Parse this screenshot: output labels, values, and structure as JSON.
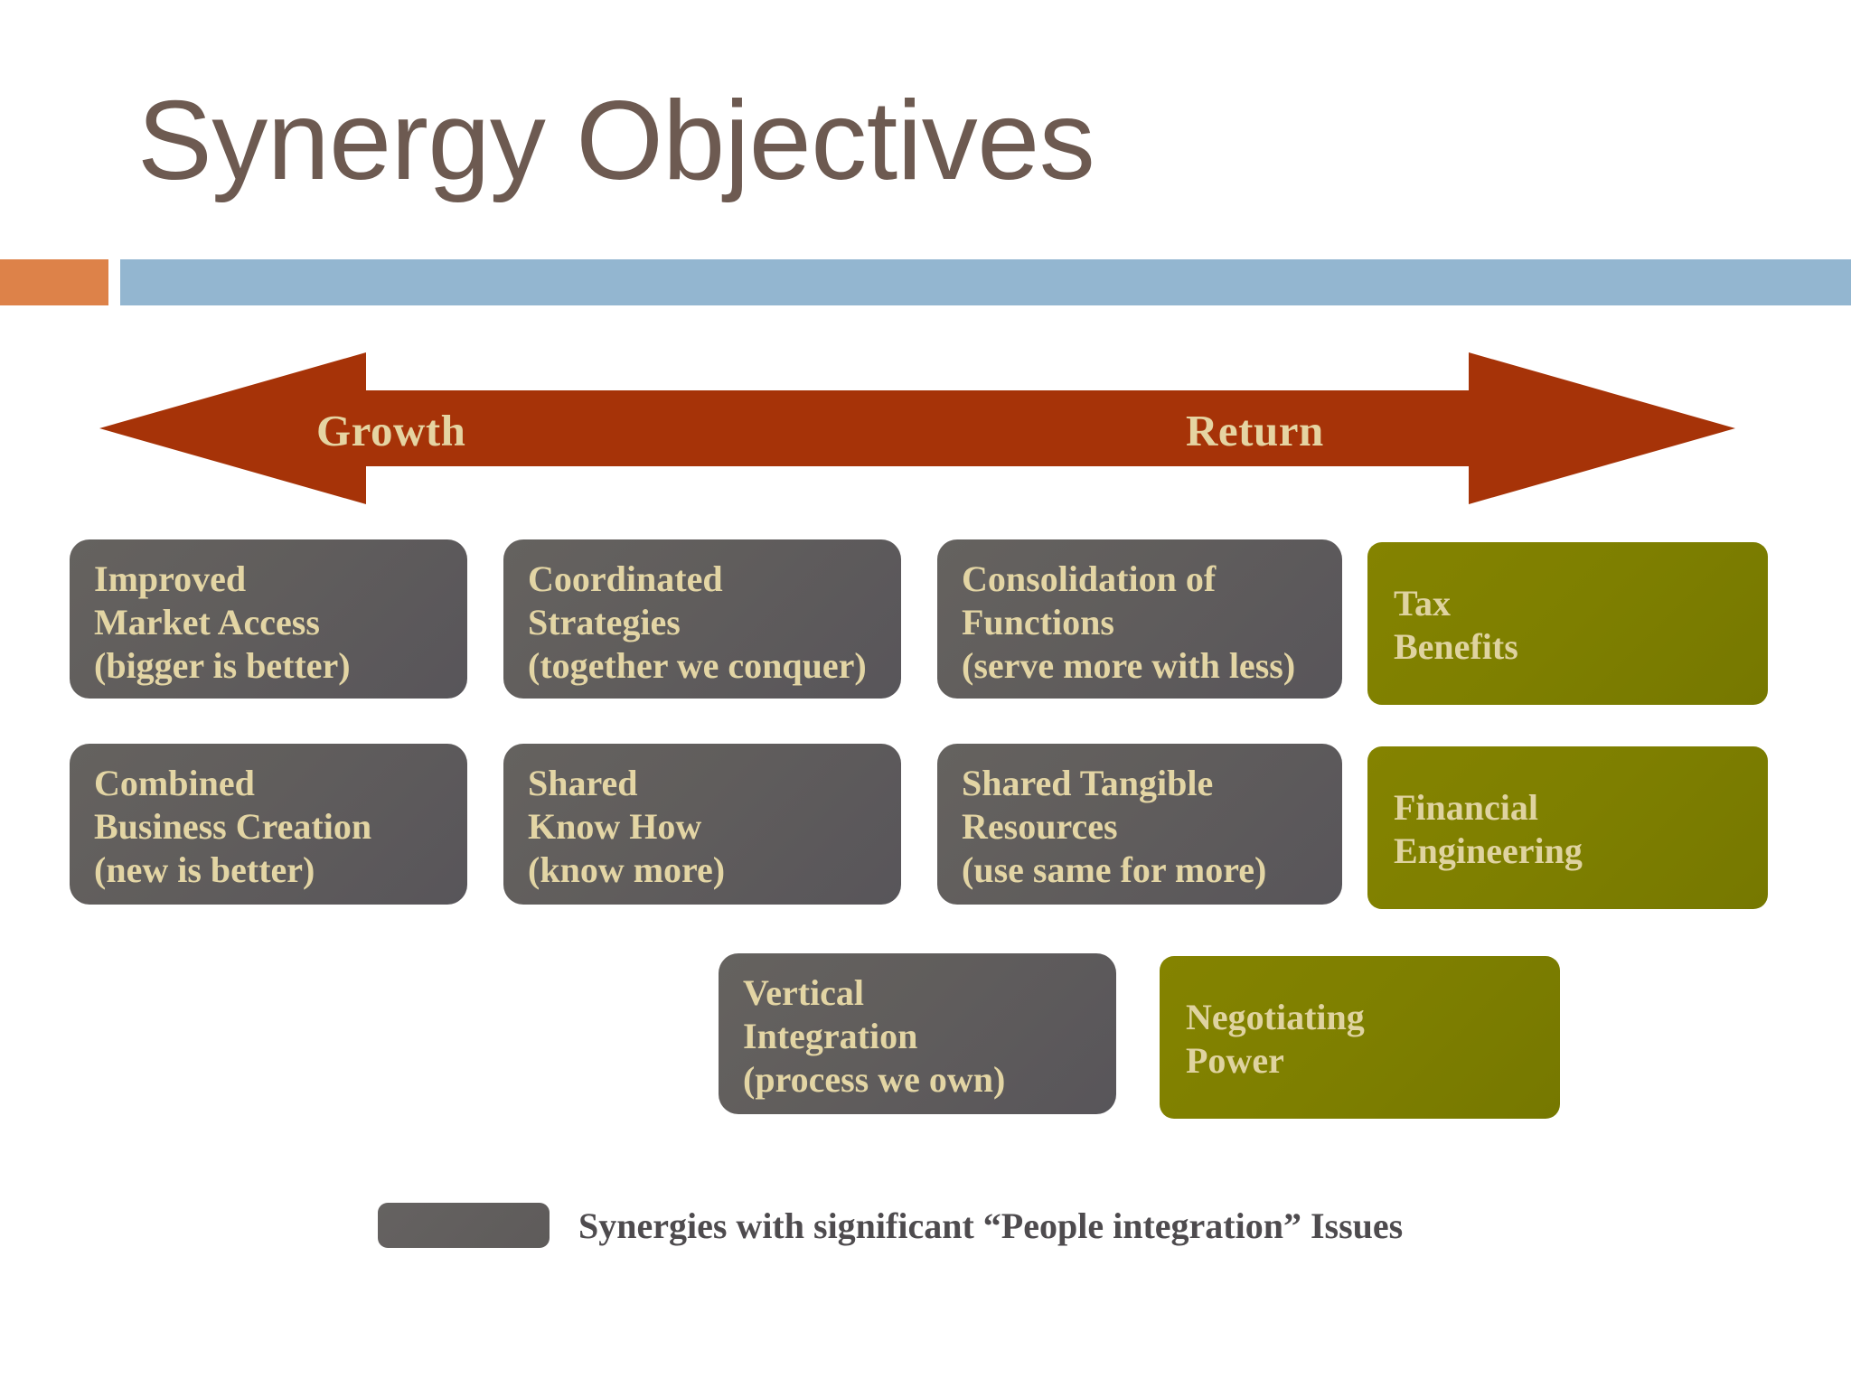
{
  "slide": {
    "title": "Synergy Objectives",
    "background_color": "#ffffff",
    "title_color": "#6d5a51"
  },
  "header_rules": {
    "orange_bar_color": "#dd8249",
    "blue_bar_color": "#93b6d0"
  },
  "arrow": {
    "icon": "double-headed-horizontal-arrow-icon",
    "color": "#a63308",
    "label_color": "#e5d4a2",
    "left_label": "Growth",
    "right_label": "Return"
  },
  "colors": {
    "gray_box": "#605d5c",
    "olive_box": "#7e7f00",
    "box_text": "#e3d5a4",
    "legend_text": "#4e4b4e"
  },
  "boxes": [
    {
      "id": "improved-market-access",
      "category": "gray",
      "lines": [
        "Improved",
        "Market Access",
        "(bigger is better)"
      ]
    },
    {
      "id": "coordinated-strategies",
      "category": "gray",
      "lines": [
        "Coordinated",
        "Strategies",
        "(together we conquer)"
      ]
    },
    {
      "id": "consolidation-of-functions",
      "category": "gray",
      "lines": [
        "Consolidation of",
        "Functions",
        "(serve more with less)"
      ]
    },
    {
      "id": "tax-benefits",
      "category": "olive",
      "lines": [
        "Tax",
        "Benefits"
      ]
    },
    {
      "id": "combined-business-creation",
      "category": "gray",
      "lines": [
        "Combined",
        "Business Creation",
        "(new is better)"
      ]
    },
    {
      "id": "shared-know-how",
      "category": "gray",
      "lines": [
        "Shared",
        "Know How",
        "(know more)"
      ]
    },
    {
      "id": "shared-tangible-resources",
      "category": "gray",
      "lines": [
        "Shared Tangible",
        "Resources",
        "(use same for more)"
      ]
    },
    {
      "id": "financial-engineering",
      "category": "olive",
      "lines": [
        "Financial",
        "Engineering"
      ]
    },
    {
      "id": "vertical-integration",
      "category": "gray",
      "lines": [
        "Vertical",
        "Integration",
        "(process we own)"
      ]
    },
    {
      "id": "negotiating-power",
      "category": "olive",
      "lines": [
        "Negotiating",
        "Power"
      ]
    }
  ],
  "legend": {
    "swatch_color": "#605d5c",
    "text": "Synergies with significant “People integration” Issues"
  }
}
